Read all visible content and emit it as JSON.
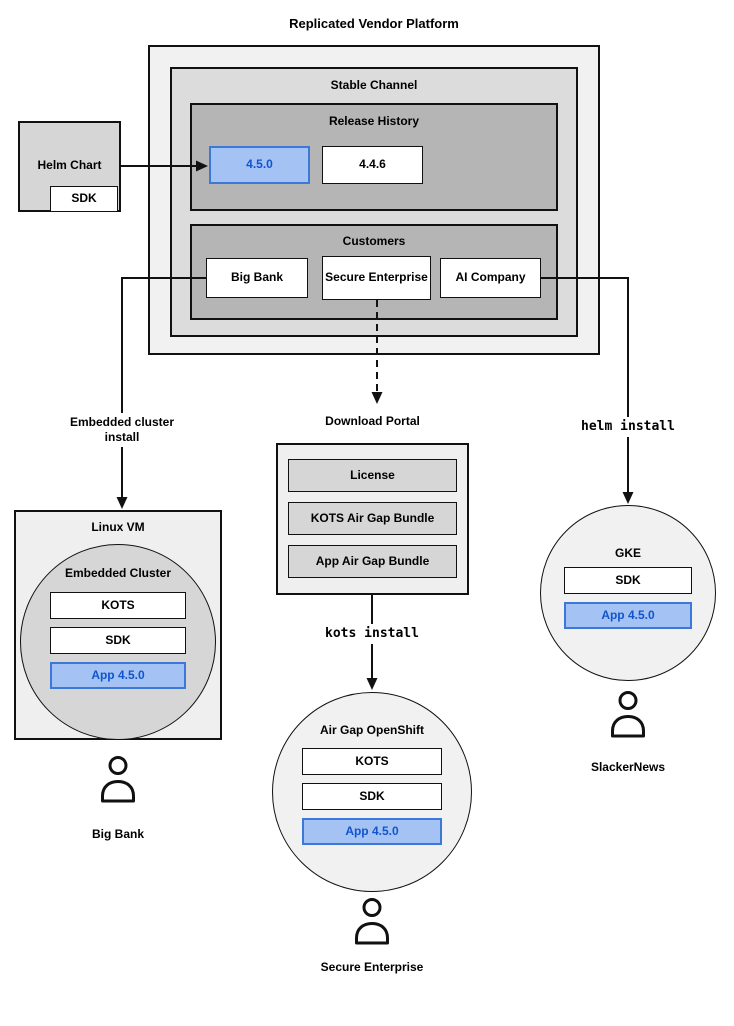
{
  "title": "Replicated Vendor Platform",
  "platform": {
    "stable_channel_label": "Stable Channel",
    "release_history": {
      "label": "Release History",
      "releases": [
        "4.5.0",
        "4.4.6"
      ]
    },
    "customers": {
      "label": "Customers",
      "items": [
        "Big Bank",
        "Secure Enterprise",
        "AI Company"
      ]
    }
  },
  "helm_chart": {
    "label": "Helm Chart",
    "sdk_label": "SDK"
  },
  "flows": {
    "embedded": {
      "install_label": "Embedded cluster install",
      "host_label": "Linux VM",
      "cluster_label": "Embedded Cluster",
      "components": [
        "KOTS",
        "SDK",
        "App 4.5.0"
      ],
      "persona": "Big Bank"
    },
    "airgap": {
      "portal_label": "Download Portal",
      "portal_items": [
        "License",
        "KOTS Air Gap Bundle",
        "App Air Gap Bundle"
      ],
      "install_label": "kots install",
      "cluster_label": "Air Gap OpenShift",
      "components": [
        "KOTS",
        "SDK",
        "App 4.5.0"
      ],
      "persona": "Secure Enterprise"
    },
    "helm": {
      "install_label": "helm install",
      "cluster_label": "GKE",
      "components": [
        "SDK",
        "App 4.5.0"
      ],
      "persona": "SlackerNews"
    }
  },
  "colors": {
    "highlight_fill": "#a4c2f4",
    "highlight_border": "#3c78d8",
    "highlight_text": "#1155cc"
  }
}
